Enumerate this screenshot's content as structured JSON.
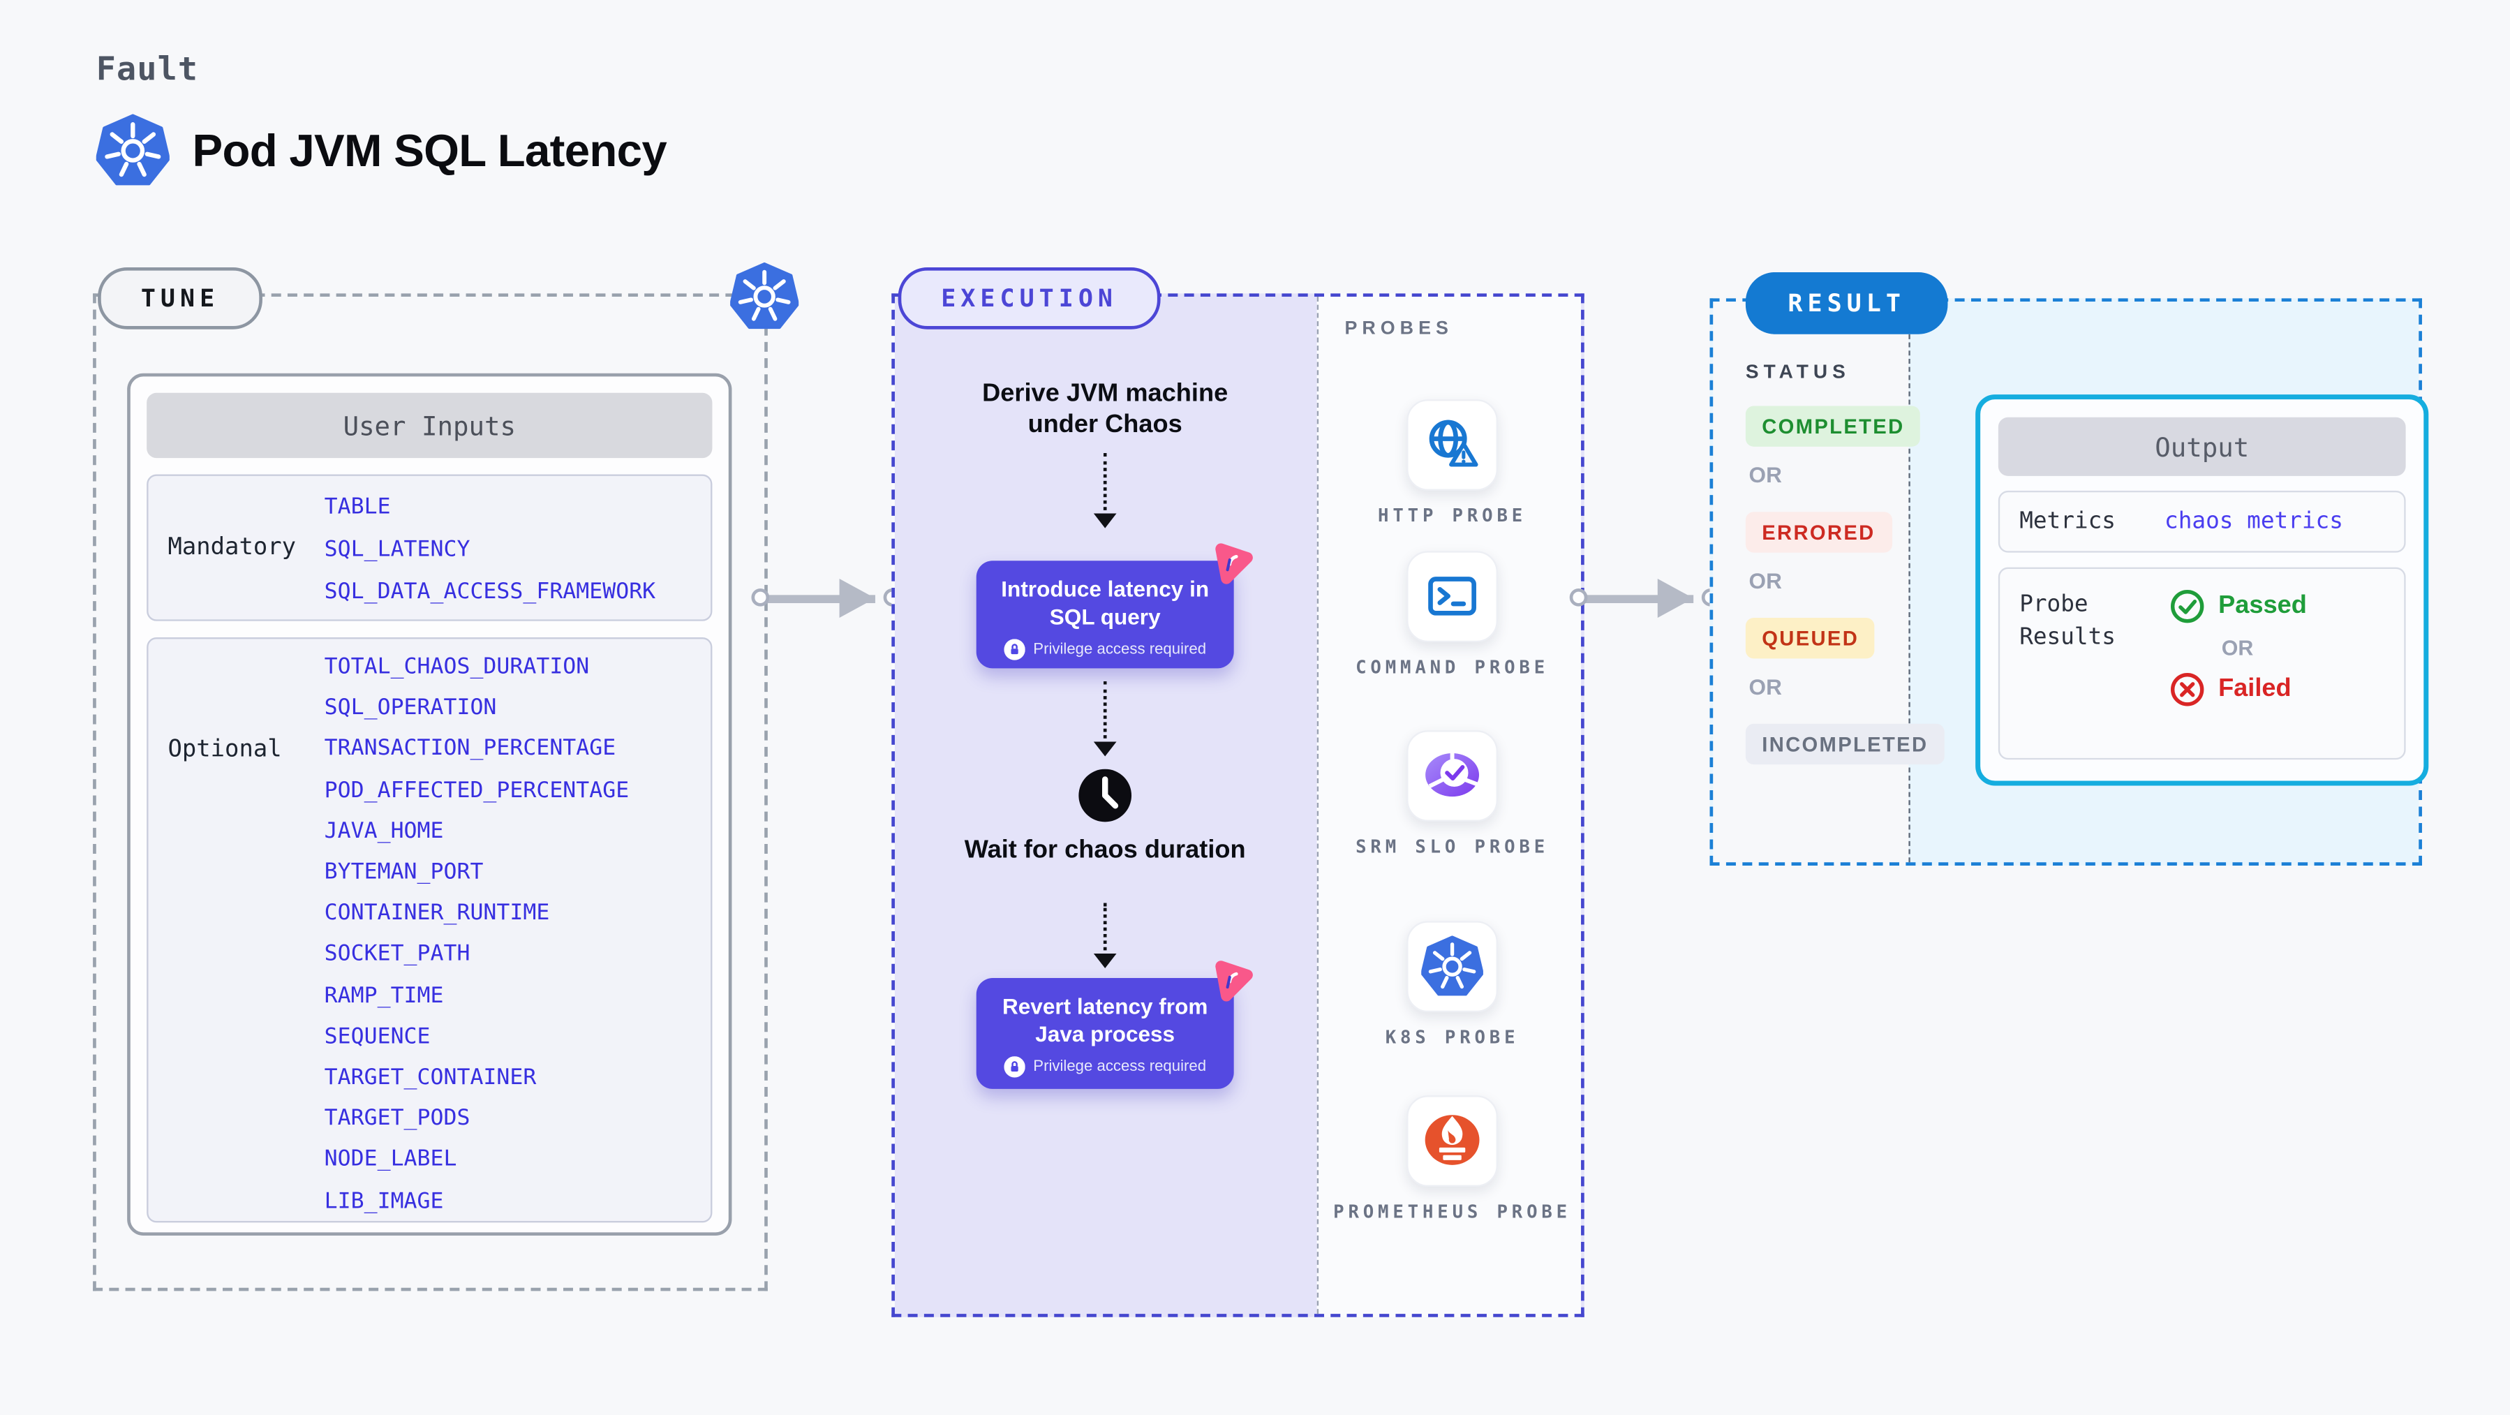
{
  "header": {
    "category": "Fault",
    "title": "Pod JVM SQL Latency"
  },
  "tune": {
    "pill": "TUNE",
    "user_inputs": {
      "title": "User Inputs",
      "groups": [
        {
          "label": "Mandatory",
          "items": [
            "TABLE",
            "SQL_LATENCY",
            "SQL_DATA_ACCESS_FRAMEWORK"
          ]
        },
        {
          "label": "Optional",
          "items": [
            "TOTAL_CHAOS_DURATION",
            "SQL_OPERATION",
            "TRANSACTION_PERCENTAGE",
            "POD_AFFECTED_PERCENTAGE",
            "JAVA_HOME",
            "BYTEMAN_PORT",
            "CONTAINER_RUNTIME",
            "SOCKET_PATH",
            "RAMP_TIME",
            "SEQUENCE",
            "TARGET_CONTAINER",
            "TARGET_PODS",
            "NODE_LABEL",
            "LIB_IMAGE"
          ]
        }
      ]
    }
  },
  "execution": {
    "pill": "EXECUTION",
    "derive_label": "Derive JVM machine under Chaos",
    "wait_label": "Wait for chaos duration",
    "actions": [
      {
        "title": "Introduce latency in SQL query",
        "badge": "Privilege access required"
      },
      {
        "title": "Revert latency from Java process",
        "badge": "Privilege access required"
      }
    ],
    "probes": {
      "heading": "PROBES",
      "items": [
        {
          "name": "HTTP PROBE",
          "icon": "globe-alert-icon"
        },
        {
          "name": "COMMAND PROBE",
          "icon": "terminal-icon"
        },
        {
          "name": "SRM SLO PROBE",
          "icon": "slo-donut-icon"
        },
        {
          "name": "K8S PROBE",
          "icon": "kubernetes-icon"
        },
        {
          "name": "PROMETHEUS PROBE",
          "icon": "prometheus-icon"
        }
      ]
    }
  },
  "result": {
    "pill": "RESULT",
    "status": {
      "heading": "STATUS",
      "or": "OR",
      "badges": [
        {
          "label": "COMPLETED",
          "fg": "#1d8e30",
          "bg": "#def3de"
        },
        {
          "label": "ERRORED",
          "fg": "#cd2a22",
          "bg": "#fcecea"
        },
        {
          "label": "QUEUED",
          "fg": "#c23417",
          "bg": "#fdf0c6"
        },
        {
          "label": "INCOMPLETED",
          "fg": "#697180",
          "bg": "#eaecf3"
        }
      ]
    },
    "output": {
      "title": "Output",
      "metrics_label": "Metrics",
      "metrics_value": "chaos metrics",
      "probe_results_label": "Probe Results",
      "or": "OR",
      "passed": "Passed",
      "failed": "Failed"
    }
  },
  "colors": {
    "accent_indigo": "#4c46d6",
    "accent_blue": "#147ad2",
    "accent_cyan": "#15addf",
    "action_purple": "#5449e1",
    "kubernetes_blue": "#3b6fe0",
    "litmus_pink": "#f9588a",
    "prometheus_orange": "#e6522c",
    "passed_green": "#1f9d3a",
    "failed_red": "#d92525",
    "value_indigo": "#372fe0"
  }
}
